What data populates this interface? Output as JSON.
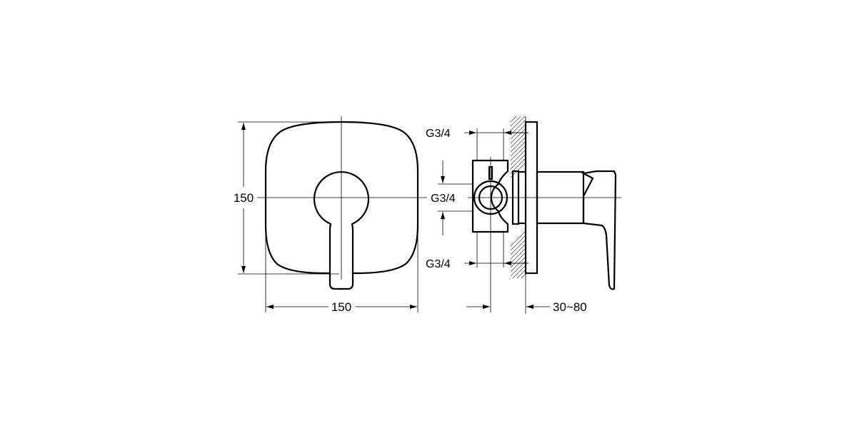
{
  "front_view": {
    "width_label": "150",
    "height_label": "150"
  },
  "side_view": {
    "top_connection_label": "G3/4",
    "middle_connection_label": "G3/4",
    "bottom_connection_label": "G3/4",
    "depth_label": "30~80"
  },
  "colors": {
    "line": "#000000",
    "background": "#ffffff"
  }
}
